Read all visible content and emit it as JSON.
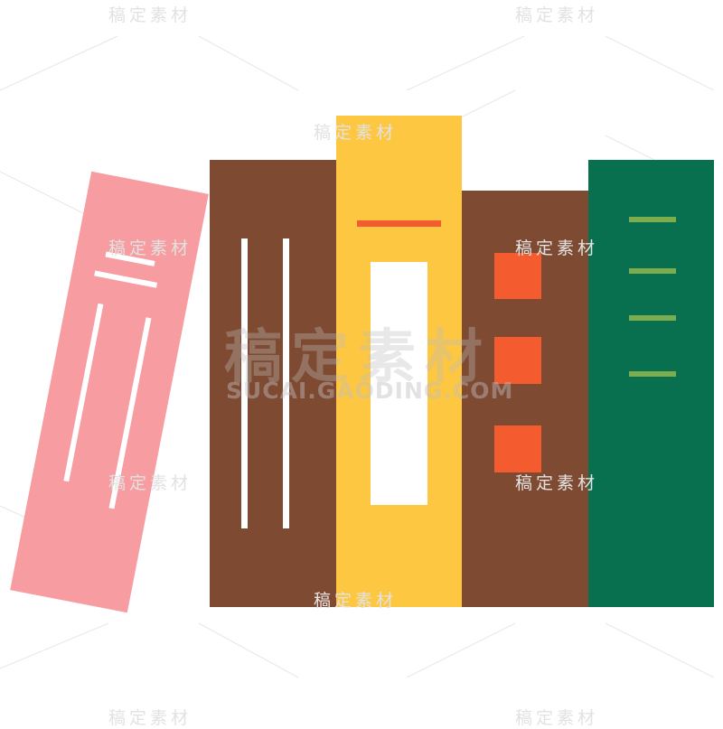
{
  "colors": {
    "pink": "#F79CA0",
    "brown": "#7F4A32",
    "yellow": "#FDC741",
    "green": "#086F4F",
    "orange": "#F45B2E",
    "light_green": "#7BAD4E",
    "white": "#FFFFFF"
  },
  "books": [
    {
      "name": "pink-book",
      "color": "pink"
    },
    {
      "name": "brown-book-left",
      "color": "brown"
    },
    {
      "name": "yellow-book",
      "color": "yellow"
    },
    {
      "name": "brown-book-right",
      "color": "brown"
    },
    {
      "name": "green-book",
      "color": "green"
    }
  ],
  "watermark": {
    "text": "稿定素材",
    "url": "SUCAI.GAODING.COM"
  }
}
